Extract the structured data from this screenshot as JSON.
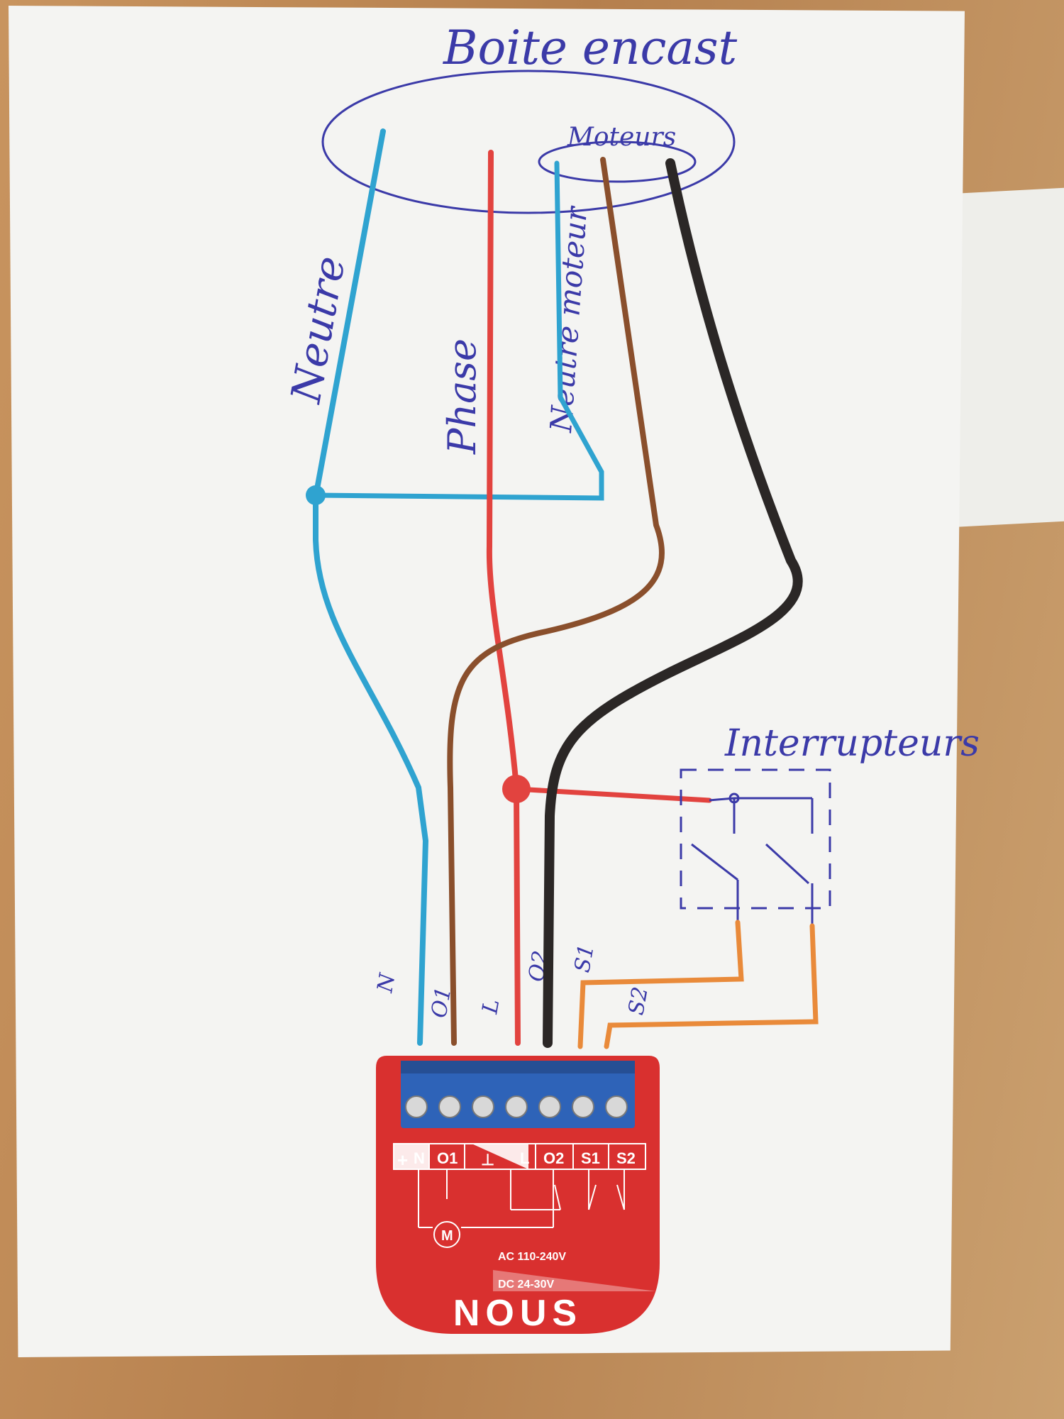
{
  "annotations": {
    "box_title": "Boite encast",
    "motor": "Moteurs",
    "neutral": "Neutre",
    "phase": "Phase",
    "neutral_motor": "Neutre moteur",
    "switches": "Interrupteurs"
  },
  "wire_labels": {
    "n": "N",
    "o1": "O1",
    "l": "L",
    "o2": "O2",
    "s1": "S1",
    "s2": "S2"
  },
  "device": {
    "brand": "NOUS",
    "terminals": [
      "N",
      "O1",
      "L",
      "O2",
      "S1",
      "S2"
    ],
    "motor_symbol": "M",
    "ac_rating": "AC  110-240V",
    "dc_rating": "DC  24-30V",
    "plus_sign": "+",
    "minus_sign": "⊥"
  },
  "colors": {
    "neutral": "#2fa3d0",
    "phase": "#e2433f",
    "brown": "#8a4f2c",
    "black": "#2b2726",
    "orange": "#e98a3a",
    "ink": "#3b3aa8",
    "device_red": "#d9302f",
    "terminal_blue": "#2e63b8"
  }
}
